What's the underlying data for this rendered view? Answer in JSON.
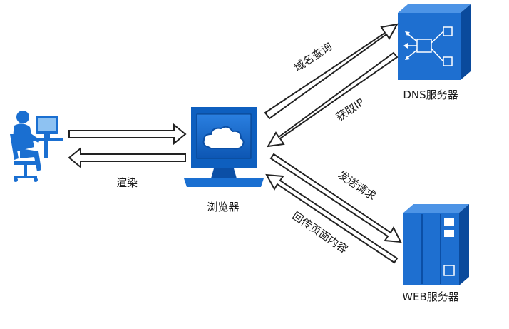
{
  "nodes": {
    "browser": "浏览器",
    "dns_server": "DNS服务器",
    "web_server": "WEB服务器"
  },
  "edges": {
    "dns_query": "域名查询",
    "get_ip": "获取IP",
    "send_request": "发送请求",
    "return_page": "回传页面内容",
    "render": "渲染"
  },
  "colors": {
    "blue": "#1e6fd0",
    "dark_blue": "#0b4fa6",
    "arrow_stroke": "#222222"
  }
}
